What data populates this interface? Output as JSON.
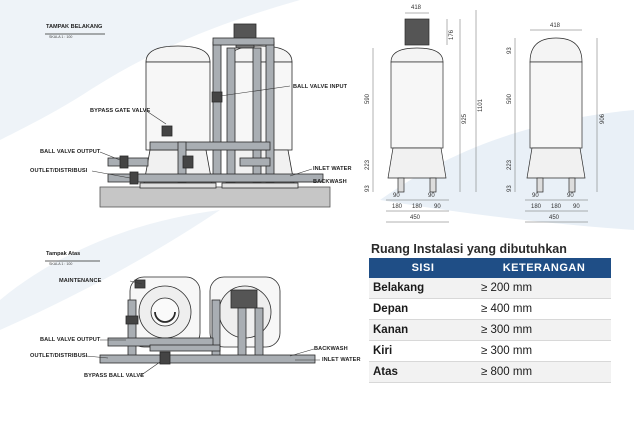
{
  "views": {
    "rear": {
      "title": "TAMPAK BELAKANG",
      "scale": "SKALA 1 : 100"
    },
    "top": {
      "title": "Tampak Atas",
      "scale": "SKALA 1 : 100"
    }
  },
  "rear_labels": {
    "bypass_gate_valve": "BYPASS GATE VALVE",
    "ball_valve_input": "BALL VALVE INPUT",
    "ball_valve_output": "BALL VALVE OUTPUT",
    "outlet": "OUTLET/DISTRIBUSI",
    "inlet_water": "INLET WATER",
    "backwash": "BACKWASH"
  },
  "top_labels": {
    "maintenance": "MAINTENANCE",
    "ball_valve_output": "BALL VALVE OUTPUT",
    "outlet": "OUTLET/DISTRIBUSI",
    "bypass_ball_valve": "BYPASS BALL VALVE",
    "backwash": "BACKWASH",
    "inlet_water": "INLET WATER"
  },
  "dims_a": {
    "top": "418",
    "head": "176",
    "body": "590",
    "base": "223",
    "foot": "93",
    "total1": "925",
    "total2": "1101",
    "b1": "90",
    "b2": "90",
    "c1": "180",
    "c2": "180",
    "c3": "90",
    "w": "450"
  },
  "dims_b": {
    "top": "418",
    "head": "93",
    "body": "590",
    "base": "223",
    "foot": "93",
    "total": "906",
    "b1": "90",
    "b2": "90",
    "c1": "180",
    "c2": "180",
    "c3": "90",
    "w": "450"
  },
  "table": {
    "title": "Ruang Instalasi yang dibutuhkan",
    "headers": [
      "SISI",
      "KETERANGAN"
    ],
    "rows": [
      {
        "side": "Belakang",
        "value": "≥ 200 mm"
      },
      {
        "side": "Depan",
        "value": "≥ 400 mm"
      },
      {
        "side": "Kanan",
        "value": "≥ 300 mm"
      },
      {
        "side": "Kiri",
        "value": "≥ 300 mm"
      },
      {
        "side": "Atas",
        "value": "≥ 800 mm"
      }
    ]
  },
  "colors": {
    "accent": "#1f4e86",
    "swoosh": "#e6eef6",
    "pipe": "#9aa0a6",
    "ground": "#c9c9c9"
  }
}
